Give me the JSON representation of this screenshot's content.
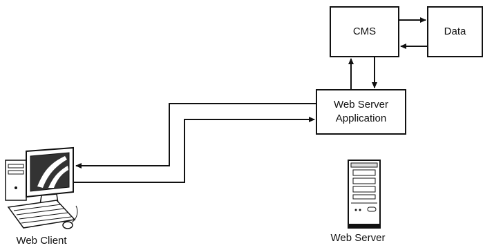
{
  "nodes": {
    "cms": "CMS",
    "data": "Data",
    "web_server_application": "Web Server\nApplication"
  },
  "captions": {
    "web_client": "Web Client",
    "web_server": "Web Server"
  }
}
